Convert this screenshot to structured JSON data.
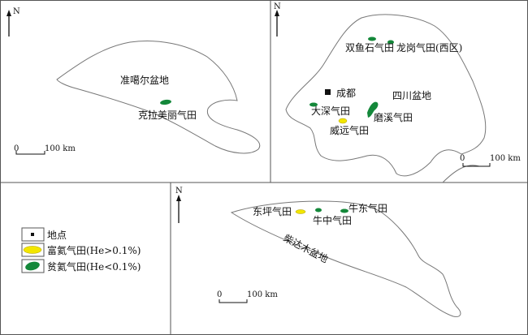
{
  "colors": {
    "he_rich": "#f2e600",
    "he_poor": "#14883a",
    "outline": "#777777",
    "frame": "#555555"
  },
  "north": "N",
  "scale_zero": "0",
  "scale_label": "100 km",
  "junggar": {
    "basin": "准噶尔盆地",
    "field": "克拉美丽气田"
  },
  "sichuan": {
    "basin": "四川盆地",
    "city": "成都",
    "fields": [
      "双鱼石气田",
      "龙岗气田(西区)",
      "大深气田",
      "磨溪气田",
      "威远气田"
    ]
  },
  "qaidam": {
    "basin": "柴达木盆地",
    "fields": [
      "东坪气田",
      "牛中气田",
      "牛东气田"
    ]
  },
  "legend": {
    "location": "地点",
    "rich": "富氦气田(He>0.1%)",
    "poor": "贫氦气田(He<0.1%)"
  }
}
